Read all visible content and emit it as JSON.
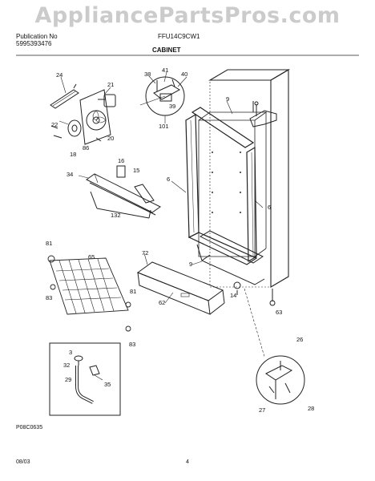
{
  "watermark": "AppliancePartsPros.com",
  "header": {
    "publication_label": "Publication No",
    "publication_number": "5995393476",
    "model": "FFU14C9CW1",
    "section": "CABINET"
  },
  "footer": {
    "drawing_code": "P08C0635",
    "date": "08/03",
    "page_number": "4"
  },
  "callouts": [
    "24",
    "21",
    "22",
    "20",
    "86",
    "18",
    "38",
    "41",
    "40",
    "39",
    "101",
    "9",
    "6",
    "34",
    "16",
    "15",
    "132",
    "81",
    "65",
    "83",
    "72",
    "62",
    "14",
    "63",
    "3",
    "32",
    "29",
    "35",
    "26",
    "27",
    "28"
  ]
}
